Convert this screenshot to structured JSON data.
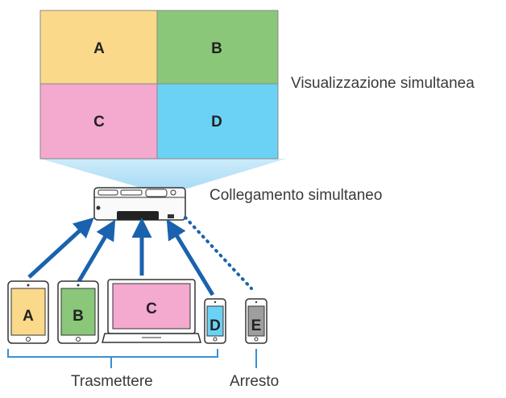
{
  "screen": {
    "quadrants": [
      {
        "letter": "A",
        "color": "#fad98a"
      },
      {
        "letter": "B",
        "color": "#8ac779"
      },
      {
        "letter": "C",
        "color": "#f4a9cf"
      },
      {
        "letter": "D",
        "color": "#6bd2f5"
      }
    ]
  },
  "labels": {
    "simultaneous_display": "Visualizzazione simultanea",
    "simultaneous_connection": "Collegamento simultaneo",
    "transmit": "Trasmettere",
    "stop": "Arresto"
  },
  "devices": [
    {
      "type": "tablet",
      "letter": "A",
      "color": "#fad98a",
      "state": "connected"
    },
    {
      "type": "tablet",
      "letter": "B",
      "color": "#8ac779",
      "state": "connected"
    },
    {
      "type": "laptop",
      "letter": "C",
      "color": "#f4a9cf",
      "state": "connected"
    },
    {
      "type": "smartphone",
      "letter": "D",
      "color": "#6bd2f5",
      "state": "connected"
    },
    {
      "type": "smartphone",
      "letter": "E",
      "color": "#9e9e9e",
      "state": "stopped"
    }
  ],
  "colors": {
    "arrow": "#1a62ad",
    "beam": "#bfe6f8",
    "bracket": "#3a8fd2"
  },
  "icons": [
    "projector-icon",
    "tablet-icon",
    "laptop-icon",
    "smartphone-icon"
  ]
}
